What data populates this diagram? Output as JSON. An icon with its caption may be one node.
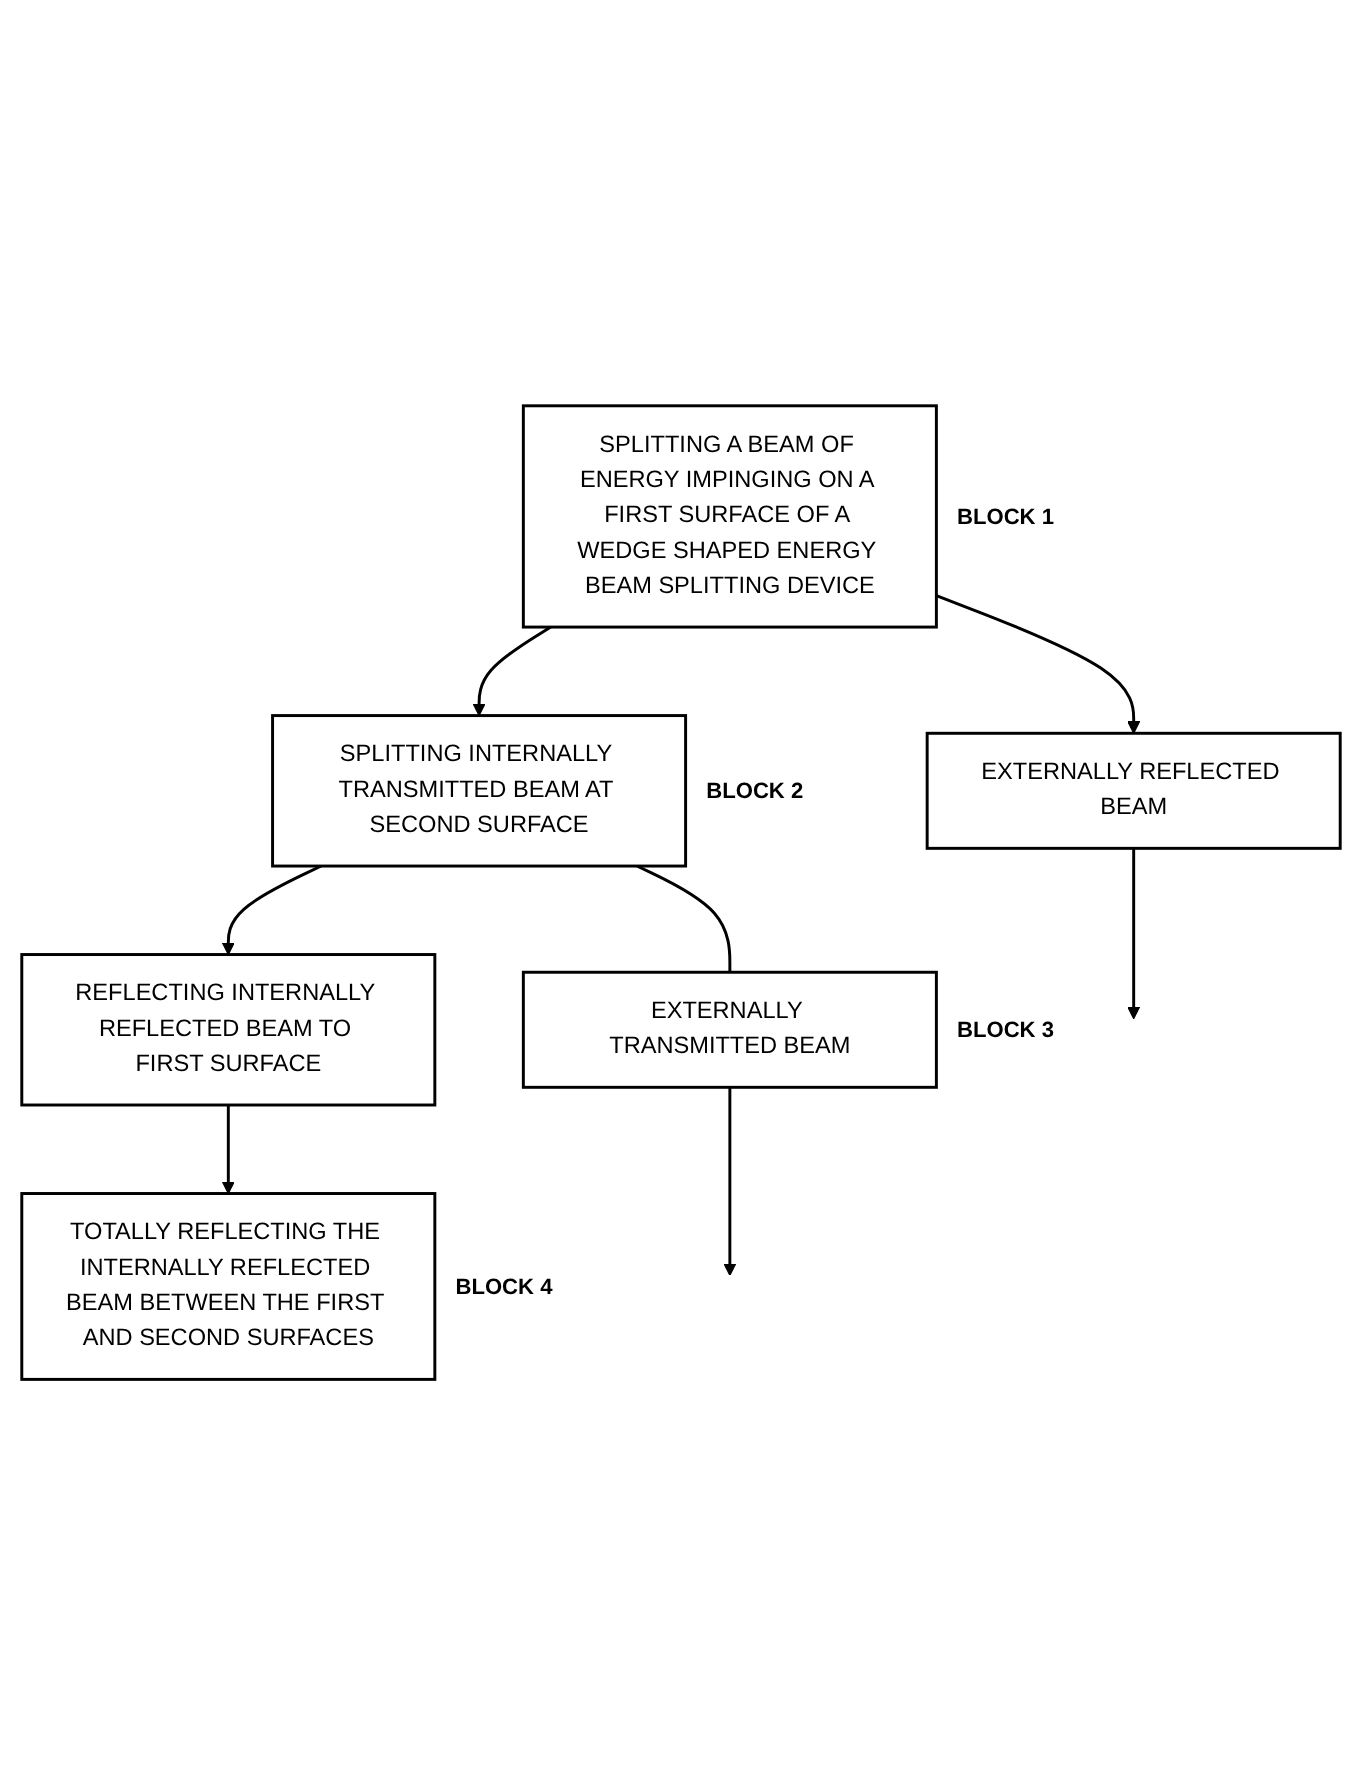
{
  "diagram": {
    "nodes": [
      {
        "text": [
          "SPLITTING A BEAM OF ENERGY IMPINGING ON A FIRST SURFACE OF A WEDGE SHAPED ENERGY BEAM SPLITTING DEVICE"
        ],
        "beside": [
          "BLOCK 1"
        ]
      },
      {
        "text": [
          "EXTERNALLY REFLECTED BEAM"
        ]
      },
      {
        "text": [
          "SPLITTING INTERNALLY TRANSMITTED BEAM AT SECOND SURFACE"
        ],
        "beside": [
          "BLOCK 2"
        ]
      },
      {
        "text": [
          "REFLECTING INTERNALLY REFLECTED BEAM TO FIRST SURFACE"
        ]
      },
      {
        "text": [
          "EXTERNALLY TRANSMITTED BEAM"
        ],
        "beside": [
          "BLOCK 3"
        ]
      },
      {
        "text": [
          "TOTALLY REFLECTING THE INTERNALLY REFLECTED BEAM BETWEEN THE FIRST AND SECOND SURFACES"
        ],
        "beside": [
          "BLOCK 4"
        ]
      }
    ],
    "edges": [
      {
        "from": 0,
        "to": 1,
        "arrow": "to"
      },
      {
        "from": 0,
        "to": 2,
        "arrow": "to"
      },
      {
        "from": 1,
        "to": null,
        "arrow": "to"
      },
      {
        "from": 2,
        "to": 3,
        "arrow": "to"
      },
      {
        "from": 2,
        "to": 4,
        "arrow": "none"
      },
      {
        "from": 4,
        "to": null,
        "arrow": "to"
      },
      {
        "from": 3,
        "to": 5,
        "arrow": "to"
      }
    ]
  }
}
